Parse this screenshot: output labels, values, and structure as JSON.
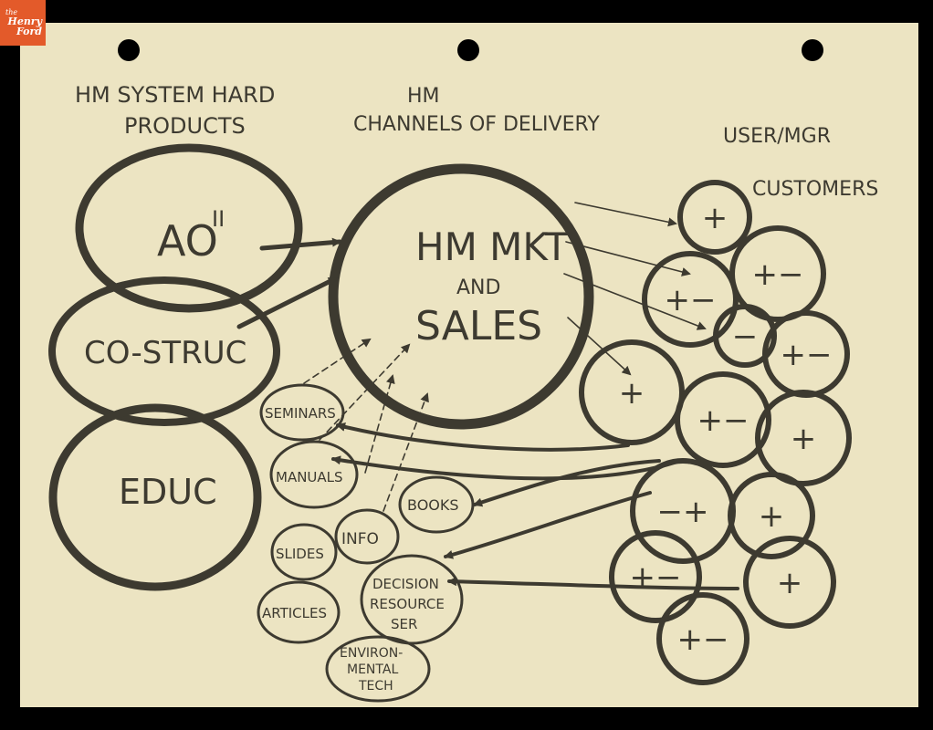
{
  "logo": {
    "line1": "the",
    "line2": "Henry",
    "line3": "Ford"
  },
  "headings": {
    "products": [
      "HM SYSTEM HARD",
      "PRODUCTS"
    ],
    "channels": [
      "HM",
      "CHANNELS OF DELIVERY"
    ],
    "customers": [
      "USER/MGR",
      "CUSTOMERS"
    ]
  },
  "products": {
    "ao": "AO",
    "ao_superscript": "II",
    "costruc": "CO-STRUC",
    "educ": "EDUC"
  },
  "center": {
    "line1": "HM MKT",
    "line2": "AND",
    "line3": "SALES"
  },
  "channels": {
    "seminars": "SEMINARS",
    "manuals": "MANUALS",
    "books": "BOOKS",
    "info": "INFO",
    "slides": "SLIDES",
    "articles": "ARTICLES",
    "decision": [
      "DECISION",
      "RESOURCE",
      "SER"
    ],
    "enviro": [
      "ENVIRON-",
      "MENTAL",
      "TECH"
    ]
  },
  "customer_signs": [
    "+",
    "+−",
    "+−",
    "−",
    "+−",
    "+",
    "+−",
    "+",
    "−+",
    "+",
    "+−",
    "+",
    "+−"
  ],
  "colors": {
    "paper": "#ece4c2",
    "ink": "#3d3a30",
    "logo": "#e35a2a",
    "frame": "#000000"
  }
}
